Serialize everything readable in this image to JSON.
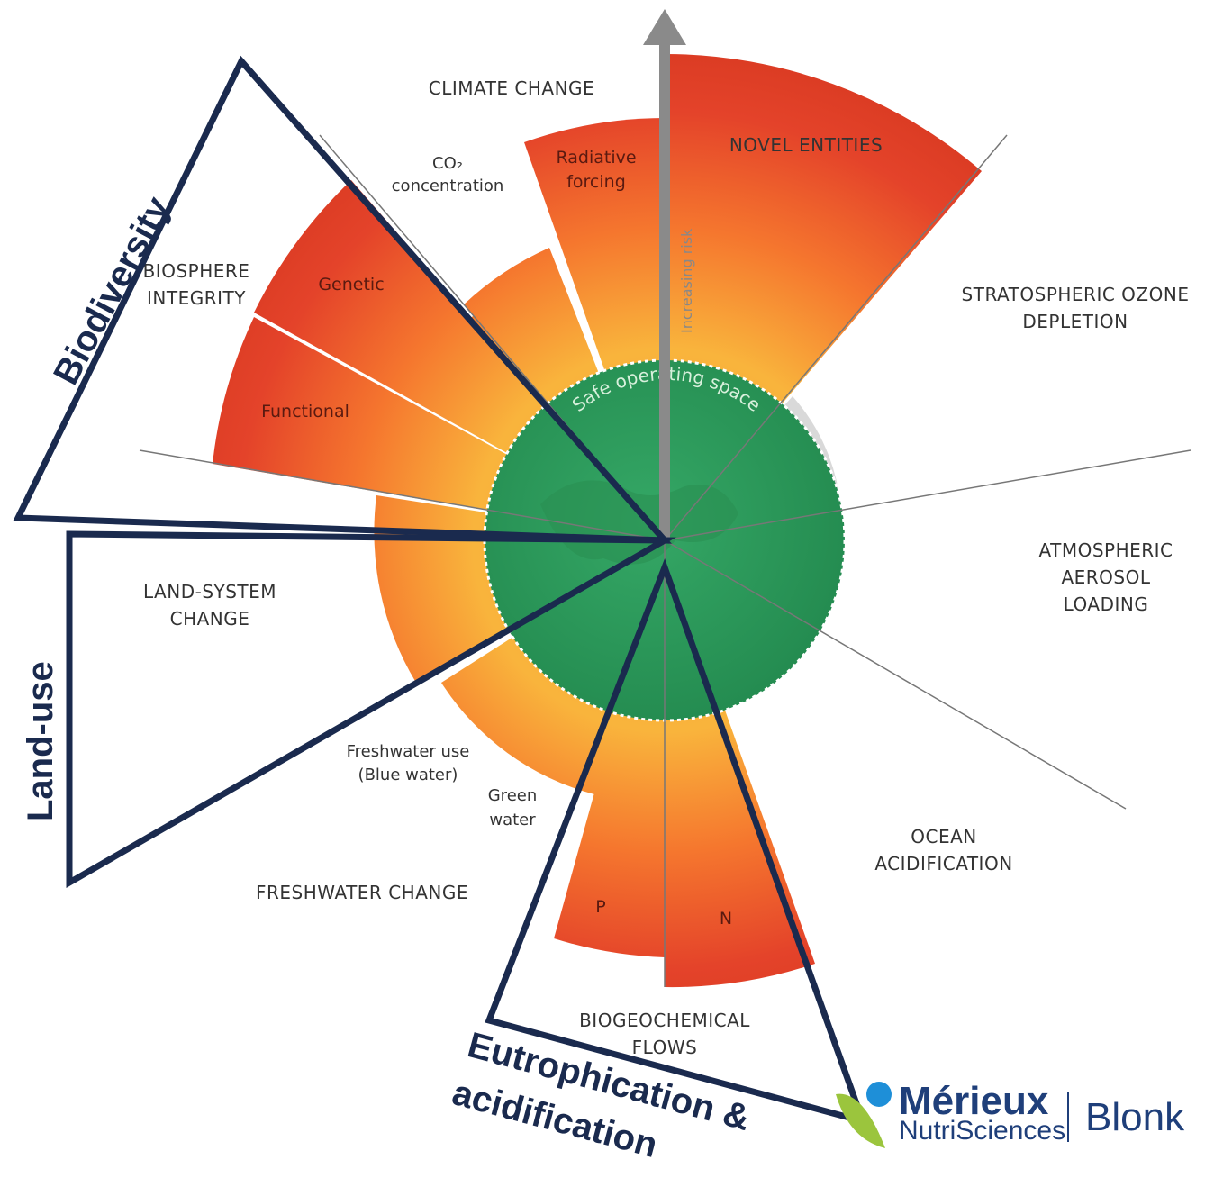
{
  "center": {
    "label": "Safe operating space"
  },
  "risk_axis": {
    "label": "Increasing risk"
  },
  "boundaries": {
    "climate": {
      "title": "CLIMATE CHANGE",
      "co2_line1": "CO₂",
      "co2_line2": "concentration",
      "rf_line1": "Radiative",
      "rf_line2": "forcing"
    },
    "novel": {
      "title": "NOVEL ENTITIES"
    },
    "ozone": {
      "line1": "STRATOSPHERIC OZONE",
      "line2": "DEPLETION"
    },
    "aerosol": {
      "line1": "ATMOSPHERIC",
      "line2": "AEROSOL",
      "line3": "LOADING"
    },
    "ocean": {
      "line1": "OCEAN",
      "line2": "ACIDIFICATION"
    },
    "biogeo": {
      "line1": "BIOGEOCHEMICAL",
      "line2": "FLOWS",
      "p": "P",
      "n": "N"
    },
    "freshwater": {
      "title": "FRESHWATER CHANGE",
      "blue1": "Freshwater use",
      "blue2": "(Blue water)",
      "green1": "Green",
      "green2": "water"
    },
    "land": {
      "line1": "LAND-SYSTEM",
      "line2": "CHANGE"
    },
    "biosphere": {
      "line1": "BIOSPHERE",
      "line2": "INTEGRITY",
      "genetic": "Genetic",
      "functional": "Functional"
    }
  },
  "overlays": {
    "biodiversity": "Biodiversity",
    "landuse": "Land-use",
    "eutro1": "Eutrophication &",
    "eutro2": "acidification"
  },
  "logo": {
    "brand": "Mérieux",
    "sub": "NutriSciences",
    "partner": "Blonk"
  },
  "colors": {
    "red": "#d93a22",
    "orange": "#f7a23a",
    "green": "#2e9a5a",
    "navy": "#1a2a4e",
    "brand": "#1f3f7a"
  }
}
